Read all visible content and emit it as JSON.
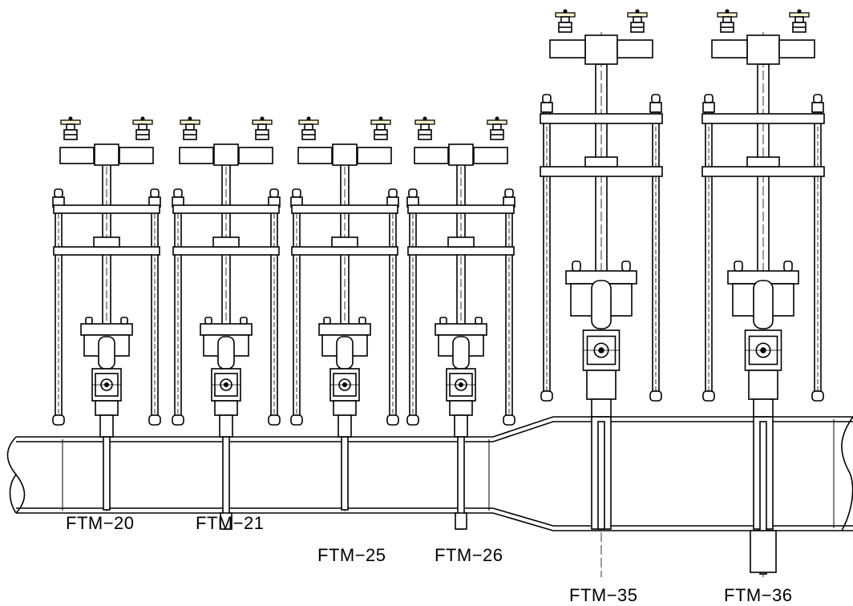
{
  "colors": {
    "line": "#000000",
    "handwheel_fill": "#fffbd0",
    "background": "#ffffff"
  },
  "assemblies": [
    {
      "id": "FTM-20",
      "label": "FTM−20",
      "size": "small",
      "probe_extends_below_pipe": false
    },
    {
      "id": "FTM-21",
      "label": "FTM−21",
      "size": "small",
      "probe_extends_below_pipe": true
    },
    {
      "id": "FTM-25",
      "label": "FTM−25",
      "size": "small",
      "probe_extends_below_pipe": false
    },
    {
      "id": "FTM-26",
      "label": "FTM−26",
      "size": "small",
      "probe_extends_below_pipe": true
    },
    {
      "id": "FTM-35",
      "label": "FTM−35",
      "size": "large",
      "probe_extends_below_pipe": false
    },
    {
      "id": "FTM-36",
      "label": "FTM−36",
      "size": "large",
      "probe_extends_below_pipe": true
    }
  ],
  "icons": {
    "handwheel": "valve-handwheel-icon",
    "ball_valve": "ball-valve-icon",
    "pipe_break": "pipe-break-symbol"
  }
}
